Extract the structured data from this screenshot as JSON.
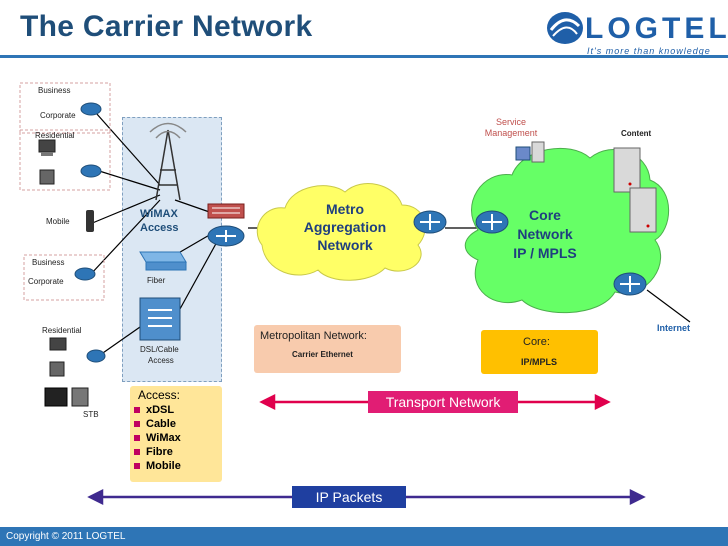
{
  "title": "The Carrier Network",
  "logo": {
    "name": "LOGTEL",
    "tagline": "It's more than knowledge"
  },
  "footer": "Copyright © 2011 LOGTEL",
  "labels": {
    "business": "Business",
    "corporate": "Corporate",
    "residential": "Residential",
    "mobile": "Mobile",
    "business2": "Business",
    "corporate2": "Corporate",
    "residential2": "Residential",
    "stb": "STB",
    "wimax": "WiMAX",
    "access": "Access",
    "fiber": "Fiber",
    "dsl_cable": "DSL/Cable",
    "access2": "Access",
    "service_mgmt_1": "Service",
    "service_mgmt_2": "Management",
    "content": "Content",
    "internet": "Internet"
  },
  "clouds": {
    "metro": [
      "Metro",
      "Aggregation",
      "Network"
    ],
    "core": [
      "Core",
      "Network",
      "IP / MPLS"
    ]
  },
  "metro_box": {
    "title": "Metropolitan Network:",
    "sub": "Carrier  Ethernet"
  },
  "core_box": {
    "title": "Core:",
    "sub": "IP/MPLS"
  },
  "access_box": {
    "title": "Access:",
    "items": [
      "xDSL",
      "Cable",
      "WiMax",
      "Fibre",
      "Mobile"
    ]
  },
  "transport": "Transport Network",
  "ip_packets": "IP Packets"
}
